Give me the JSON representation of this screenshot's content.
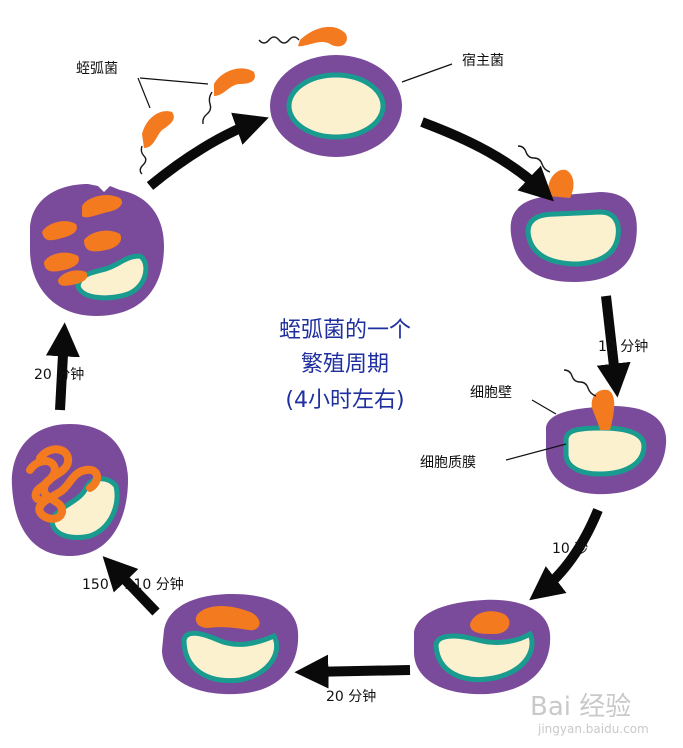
{
  "title_lines": [
    "蛭弧菌的一个",
    "繁殖周期",
    "(4小时左右)"
  ],
  "labels": {
    "bdellovibrio": "蛭弧菌",
    "host": "宿主菌",
    "cell_wall": "细胞壁",
    "cell_membrane": "细胞质膜"
  },
  "steps": {
    "t1": "10 分钟",
    "t2": "10 秒",
    "t3": "20 分钟",
    "t4": "150 – 210 分钟",
    "t5": "20 分钟"
  },
  "watermark": {
    "brand": "Bai  经验",
    "url": "jingyan.baidu.com"
  },
  "colors": {
    "host_cell": "#7a4b9b",
    "cytoplasm": "#fbf1cf",
    "membrane": "#1a9b8f",
    "bdellovibrio": "#f47a20",
    "arrow": "#0a0a0a",
    "title": "#1f2f9f"
  }
}
